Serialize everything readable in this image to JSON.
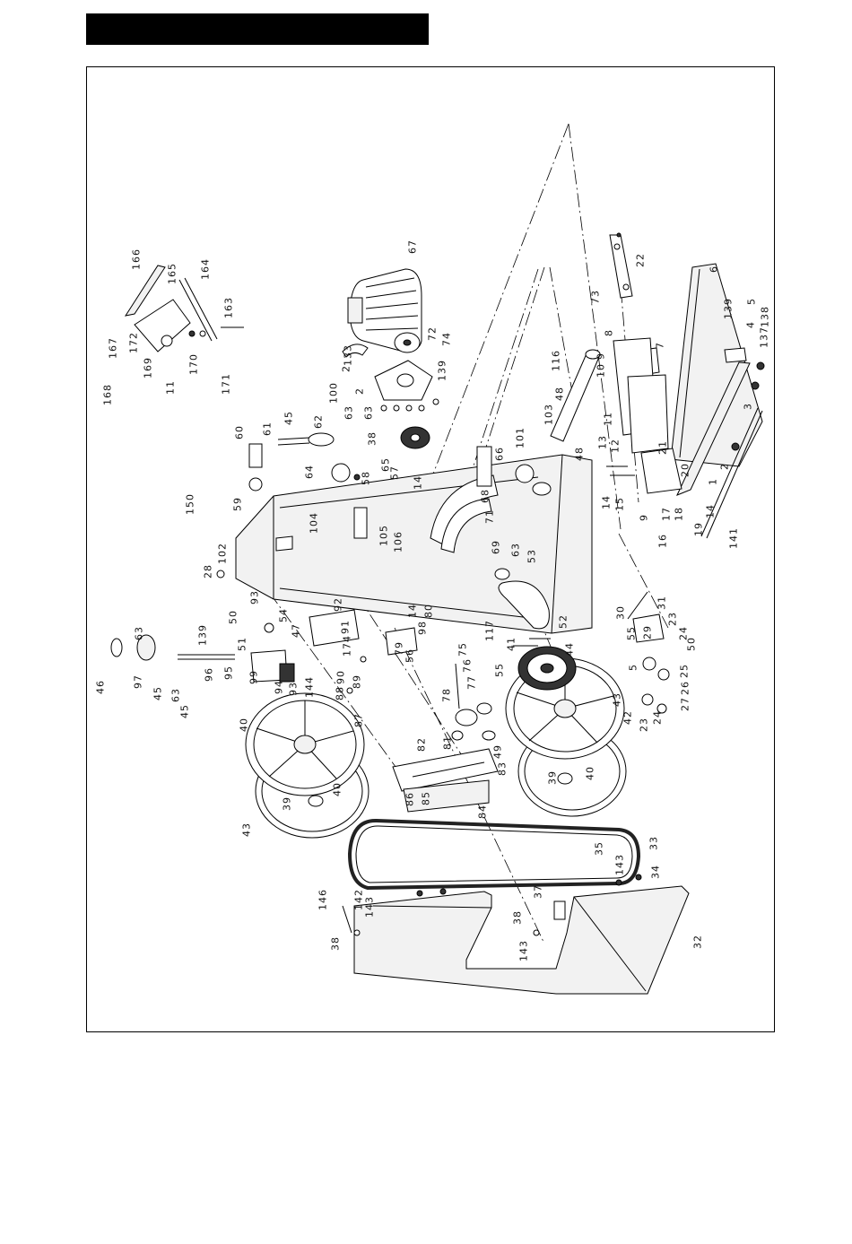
{
  "diagram": {
    "part_numbers": [
      "166",
      "165",
      "164",
      "163",
      "167",
      "172",
      "169",
      "168",
      "11",
      "170",
      "171",
      "67",
      "133",
      "2",
      "100",
      "2",
      "72",
      "74",
      "139",
      "63",
      "63",
      "38",
      "65",
      "45",
      "62",
      "61",
      "60",
      "59",
      "64",
      "58",
      "57",
      "14",
      "66",
      "101",
      "103",
      "48",
      "116",
      "48",
      "73",
      "22",
      "6",
      "139",
      "5",
      "138",
      "4",
      "137",
      "8",
      "7",
      "9",
      "10",
      "11",
      "13",
      "12",
      "21",
      "3",
      "2",
      "20",
      "1",
      "14",
      "15",
      "9",
      "17",
      "18",
      "16",
      "19",
      "14",
      "141",
      "150",
      "104",
      "105",
      "106",
      "68",
      "71",
      "69",
      "63",
      "53",
      "102",
      "28",
      "93",
      "54",
      "92",
      "14",
      "80",
      "98",
      "91",
      "52",
      "117",
      "50",
      "47",
      "139",
      "51",
      "174",
      "79",
      "56",
      "41",
      "44",
      "55",
      "29",
      "30",
      "31",
      "23",
      "24",
      "50",
      "25",
      "26",
      "27",
      "24",
      "23",
      "5",
      "75",
      "76",
      "77",
      "55",
      "63",
      "46",
      "97",
      "45",
      "63",
      "45",
      "96",
      "95",
      "99",
      "94",
      "93",
      "144",
      "90",
      "88",
      "89",
      "78",
      "43",
      "42",
      "40",
      "87",
      "82",
      "81",
      "49",
      "83",
      "84",
      "85",
      "86",
      "40",
      "39",
      "39",
      "40",
      "43",
      "35",
      "33",
      "143",
      "34",
      "146",
      "142",
      "143",
      "37",
      "38",
      "38",
      "143",
      "32"
    ]
  }
}
